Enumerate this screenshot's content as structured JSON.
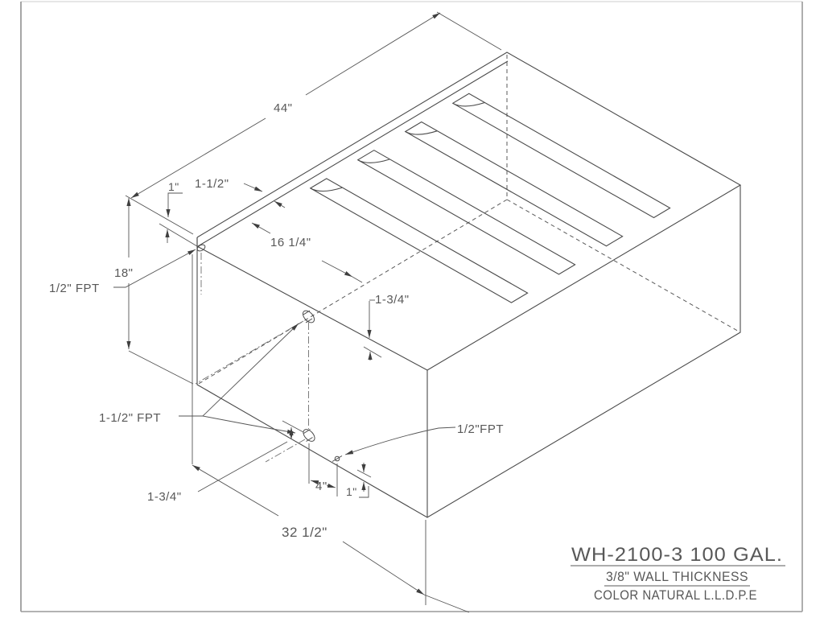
{
  "drawing": {
    "type": "isometric-tank-cad-drawing",
    "labels": {
      "length": "44\"",
      "height": "18\"",
      "width": "32 1/2\"",
      "lip_height": "1\"",
      "lip_width": "1-1/2\"",
      "slot_offset": "16 1/4\"",
      "upper_fitting_offset": "1-3/4\"",
      "lower_fitting_offset": "1-3/4\"",
      "drain_spacing": "4\"",
      "drain_height": "1\"",
      "top_fitting": "1/2\" FPT",
      "side_fittings": "1-1/2\" FPT",
      "drain_fitting": "1/2\"FPT"
    },
    "title_block": {
      "model": "WH-2100-3 100 GAL.",
      "wall_thickness": "3/8\" WALL THICKNESS",
      "material": "COLOR NATURAL L.L.D.P.E"
    }
  }
}
